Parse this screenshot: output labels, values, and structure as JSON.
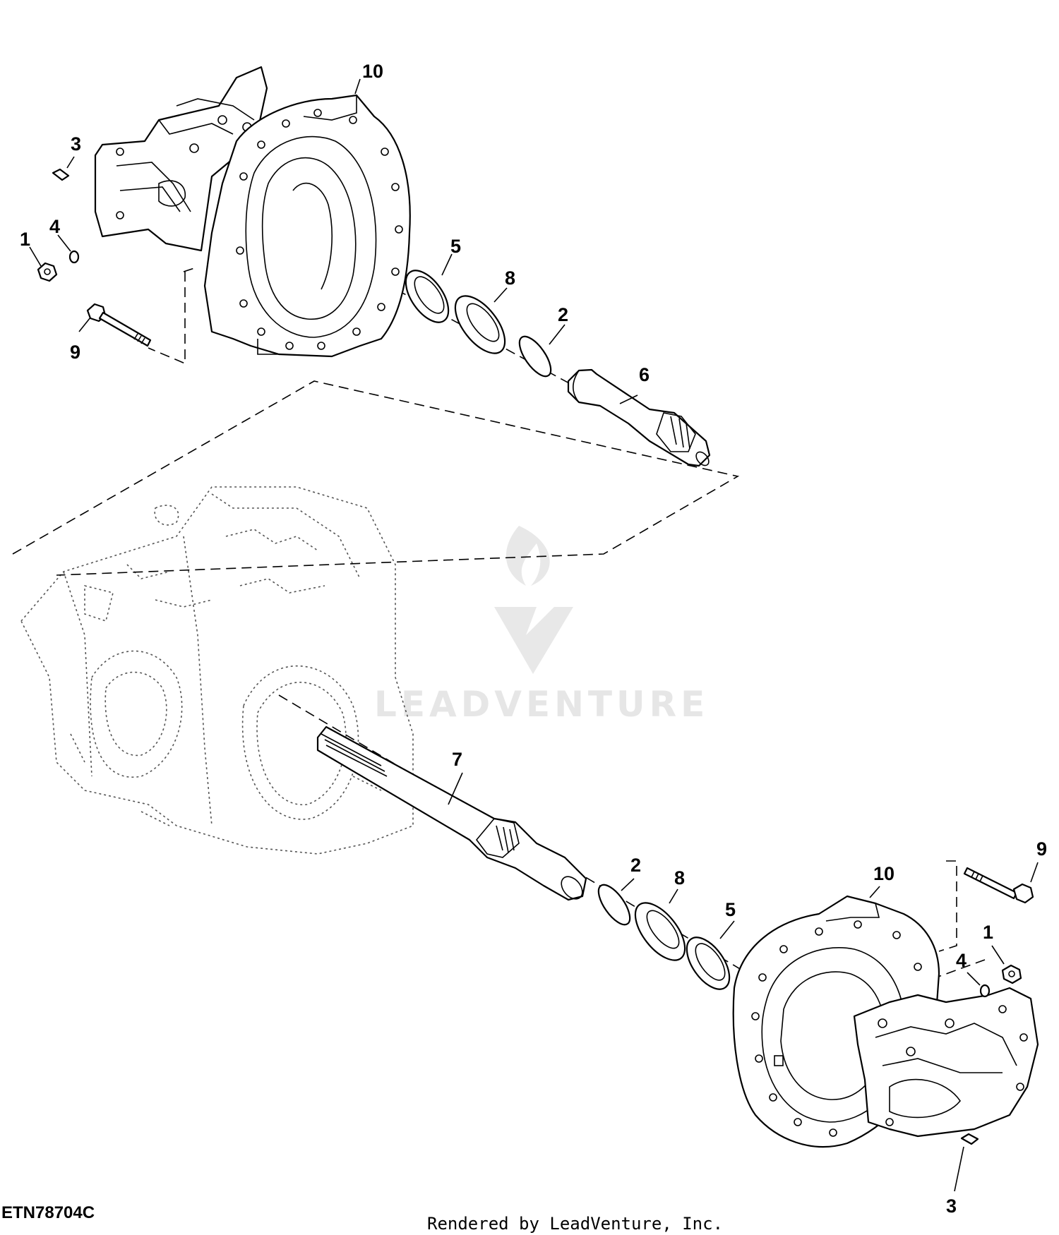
{
  "figure_id": "ETN78704C",
  "credit": "Rendered by LeadVenture, Inc.",
  "watermark": {
    "text": "LEADVENTURE",
    "color": "#e6e6e6"
  },
  "callouts_upper": {
    "c10": "10",
    "c3": "3",
    "c1": "1",
    "c4": "4",
    "c9": "9",
    "c5": "5",
    "c8": "8",
    "c2": "2",
    "c6": "6"
  },
  "callouts_lower": {
    "c7": "7",
    "c2": "2",
    "c8": "8",
    "c10": "10",
    "c9": "9",
    "c5": "5",
    "c1": "1",
    "c4": "4",
    "c3": "3"
  }
}
